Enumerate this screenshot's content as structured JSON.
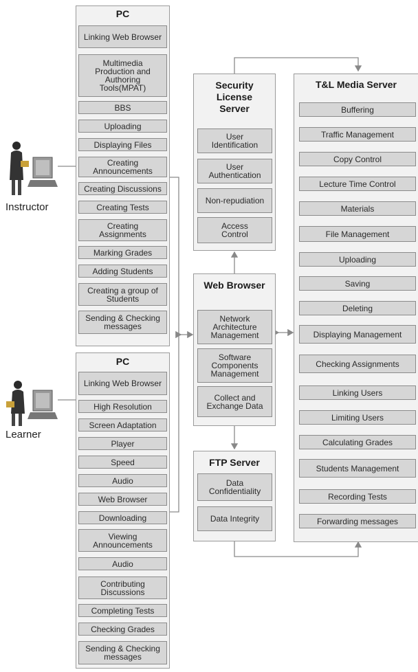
{
  "actors": {
    "instructor": "Instructor",
    "learner": "Learner"
  },
  "pc_top": {
    "title": "PC",
    "items": [
      "Linking Web Browser",
      "Multimedia\nProduction and\nAuthoring\nTools(MPAT)",
      "BBS",
      "Uploading",
      "Displaying Files",
      "Creating\nAnnouncements",
      "Creating Discussions",
      "Creating Tests",
      "Creating\nAssignments",
      "Marking Grades",
      "Adding Students",
      "Creating a group of\nStudents",
      "Sending & Checking\nmessages"
    ]
  },
  "pc_bottom": {
    "title": "PC",
    "items": [
      "Linking Web Browser",
      "High Resolution",
      "Screen Adaptation",
      "Player",
      "Speed",
      "Audio",
      "Web Browser",
      "Downloading",
      "Viewing\nAnnouncements",
      "Audio",
      "Contributing\nDiscussions",
      "Completing Tests",
      "Checking Grades",
      "Sending & Checking\nmessages"
    ]
  },
  "security": {
    "title": "Security\nLicense\nServer",
    "items": [
      "User\nIdentification",
      "User\nAuthentication",
      "Non-repudiation",
      "Access\nControl"
    ]
  },
  "web_browser": {
    "title": "Web Browser",
    "items": [
      "Network\nArchitecture\nManagement",
      "Software\nComponents\nManagement",
      "Collect and\nExchange Data"
    ]
  },
  "ftp": {
    "title": "FTP Server",
    "items": [
      "Data\nConfidentiality",
      "Data Integrity"
    ]
  },
  "media": {
    "title": "T&L Media Server",
    "items": [
      "Buffering",
      "Traffic Management",
      "Copy Control",
      "Lecture Time Control",
      "Materials",
      "File Management",
      "Uploading",
      "Saving",
      "Deleting",
      "Displaying Management",
      "Checking Assignments",
      "Linking Users",
      "Limiting Users",
      "Calculating Grades",
      "Students Management",
      "Recording Tests",
      "Forwarding messages"
    ]
  }
}
